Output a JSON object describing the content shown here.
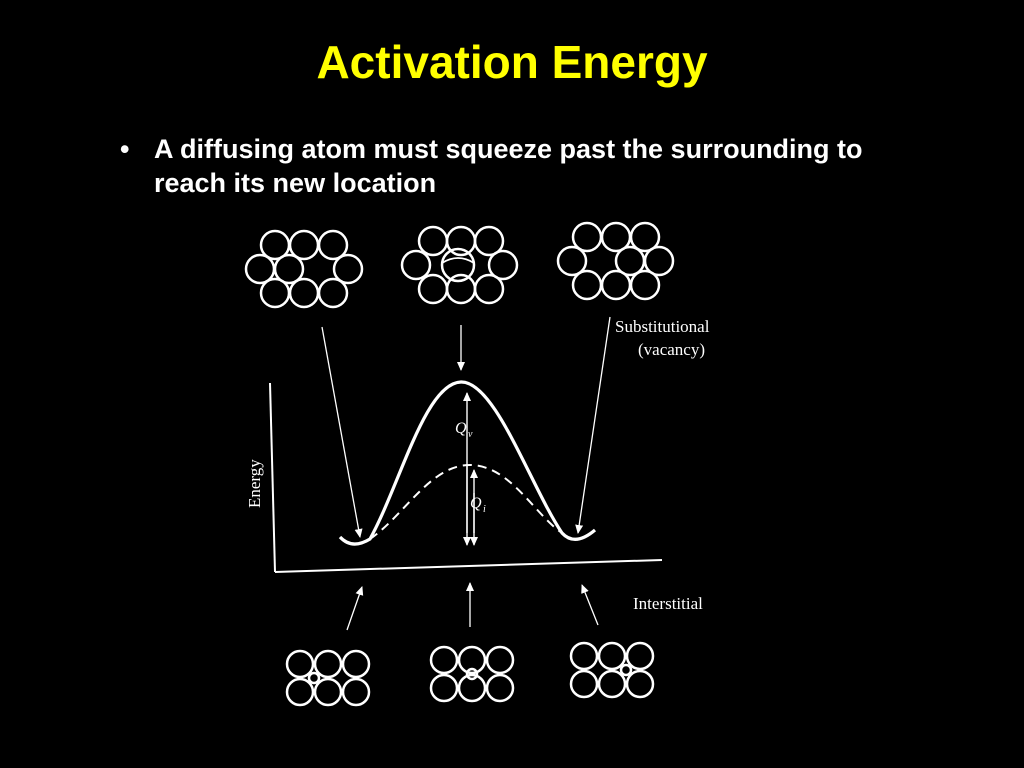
{
  "slide": {
    "title": "Activation Energy",
    "bullets": [
      {
        "marker": "•",
        "text": "A diffusing atom must squeeze past the surrounding to reach its new location"
      }
    ]
  },
  "diagram": {
    "y_axis_label": "Energy",
    "curve_label_substitutional": [
      "Substitutional",
      "(vacancy)"
    ],
    "curve_label_interstitial": "Interstitial",
    "barrier_label_vacancy": "Q",
    "barrier_label_vacancy_sub": "v",
    "barrier_label_interstitial": "Q",
    "barrier_label_interstitial_sub": "i"
  },
  "colors": {
    "background": "#000000",
    "title": "#ffff00",
    "text": "#ffffff"
  }
}
